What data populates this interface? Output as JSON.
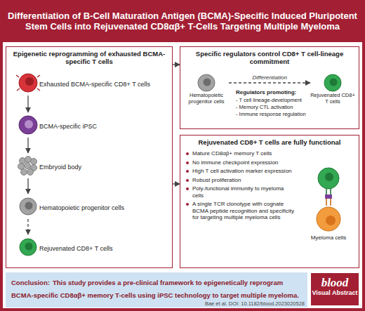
{
  "diagram": {
    "title": "Differentiation of B-Cell Maturation Antigen (BCMA)-Specific Induced Pluripotent Stem Cells into Rejuvenated CD8αβ+ T-Cells Targeting Multiple Myeloma",
    "nodes": [
      {
        "text": [
          "Epigenetic reprogramming of exhausted BCMA-specific T cells"
        ]
      },
      {
        "text": [
          "Exhausted BCMA-specific CD8+ T cells"
        ],
        "in": 0
      },
      {
        "text": [
          "BCMA-specific iPSC"
        ],
        "in": 0
      },
      {
        "text": [
          "Embryoid body"
        ],
        "in": 0
      },
      {
        "text": [
          "Hematopoietic progenitor cells"
        ],
        "in": 0
      },
      {
        "text": [
          "Rejuvenated CD8+ T cells"
        ],
        "in": 0
      },
      {
        "text": [
          "Specific regulators control CD8+ T cell-lineage commitment"
        ]
      },
      {
        "text": [
          "Hematopoietic progenitor cells"
        ],
        "in": 6
      },
      {
        "text": [
          "Rejuvenated CD8+ T cells"
        ],
        "in": 6
      },
      {
        "text": [
          "Rejuvenated CD8+ T cells are fully functional",
          "Mature CD8αβ+ memory T cells",
          "No immune checkpoint expression",
          "High T cell activation marker expression",
          "Robust proliferation",
          "Poly-functional immunity to myeloma cells",
          "A single TCR clonotype with cognate BCMA peptide recognition and specificity for targeting multiple myeloma cells"
        ]
      },
      {
        "text": [
          "Myeloma cells"
        ],
        "in": 9
      },
      {
        "text": [
          "Conclusion:",
          "This study provides a pre-clinical framework to epigenetically reprogram BCMA-specific CD8αβ+ memory T-cells using iPSC technology to target multiple myeloma."
        ]
      },
      {
        "text": [
          "blood",
          "Visual Abstract"
        ]
      }
    ],
    "edges": [
      {
        "from": 1,
        "to": 2,
        "arrow": "to"
      },
      {
        "from": 2,
        "to": 3,
        "arrow": "to"
      },
      {
        "from": 3,
        "to": 4,
        "arrow": "to"
      },
      {
        "from": 4,
        "to": 5,
        "arrow": "to"
      },
      {
        "from": 0,
        "to": 6,
        "arrow": "to"
      },
      {
        "from": 0,
        "to": 9,
        "arrow": "to"
      },
      {
        "from": 7,
        "to": 8,
        "label": "Differentiation",
        "arrow": "to"
      }
    ],
    "labels": [
      "Regulators promoting:",
      "- T cell lineage-development",
      "- Memory CTL activation",
      "- Immune response regulation",
      "Bae et al. DOI: 10.1182/blood.2023020528"
    ]
  }
}
